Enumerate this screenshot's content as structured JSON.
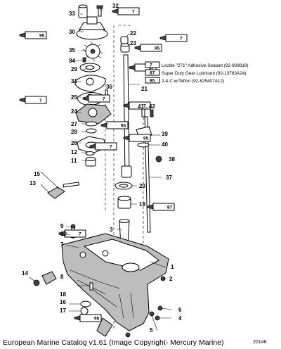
{
  "legend": {
    "items": [
      {
        "code": "7",
        "text": "Loctite \"271\" Adhesive Sealant (92-809819)"
      },
      {
        "code": "87",
        "text": "Super Duty Gear Lubricant (92-13783A24)"
      },
      {
        "code": "95",
        "text": "2-4-C w/Teflon (92-825407A12)"
      }
    ]
  },
  "callouts": [
    "1",
    "2",
    "3",
    "4",
    "5",
    "6",
    "7",
    "8",
    "9",
    "10",
    "11",
    "12",
    "13",
    "14",
    "15",
    "16",
    "17",
    "18",
    "19",
    "20",
    "21",
    "22",
    "23",
    "24",
    "25",
    "26",
    "27",
    "28",
    "29",
    "30",
    "31",
    "32",
    "33",
    "34",
    "35",
    "36",
    "37",
    "38",
    "39",
    "40",
    "41",
    "42"
  ],
  "tubes": [
    "7",
    "95",
    "7",
    "95",
    "7",
    "7",
    "7",
    "95",
    "7",
    "95",
    "87",
    "87",
    "7",
    "95"
  ],
  "page_number_fragment": "20146",
  "caption": "European Marine Catalog v1.61 (Image Copyright- Mercury Marine)"
}
